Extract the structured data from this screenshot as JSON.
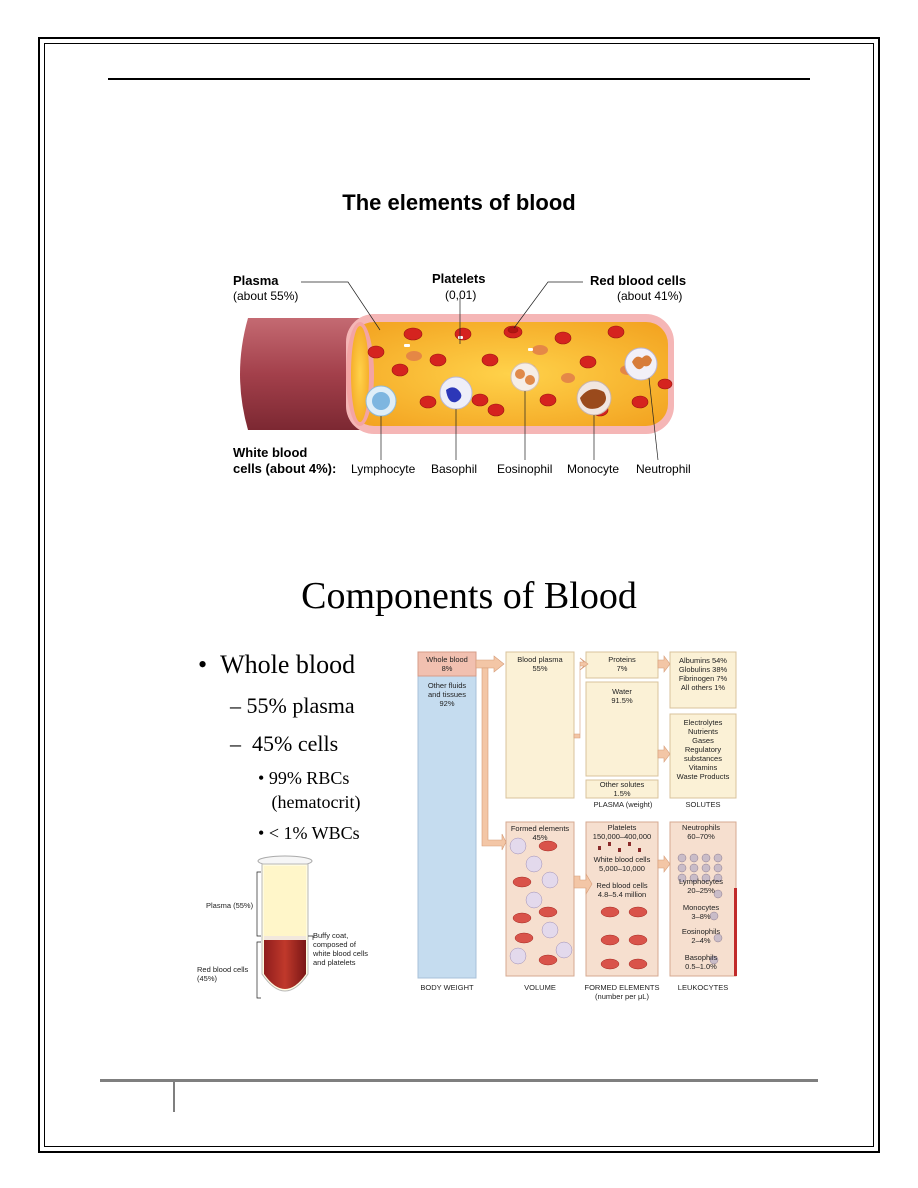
{
  "figure1": {
    "title": "The elements of blood",
    "plasma": {
      "name": "Plasma",
      "pct": "(about 55%)"
    },
    "platelets": {
      "name": "Platelets",
      "pct": "(0,01)"
    },
    "rbc": {
      "name": "Red blood cells",
      "pct": "(about 41%)"
    },
    "wbc": {
      "name1": "White blood",
      "name2": "cells (about 4%):"
    },
    "cells": [
      "Lymphocyte",
      "Basophil",
      "Eosinophil",
      "Monocyte",
      "Neutrophil"
    ]
  },
  "figure2": {
    "title": "Components of Blood",
    "bullets": {
      "whole": "Whole blood",
      "plasma": "55% plasma",
      "cells": "45% cells",
      "rbcs1": "99% RBCs",
      "rbcs2": "(hematocrit)",
      "wbcs": "< 1% WBCs"
    },
    "tube": {
      "plasma": "Plasma (55%)",
      "buffy1": "Buffy coat,",
      "buffy2": "composed of",
      "buffy3": "white blood cells",
      "buffy4": "and platelets",
      "rbc1": "Red blood cells",
      "rbc2": "(45%)"
    },
    "chart": {
      "whole_blood": "Whole blood",
      "whole_blood_pct": "8%",
      "other1": "Other fluids",
      "other2": "and tissues",
      "other_pct": "92%",
      "blood_plasma": "Blood plasma",
      "blood_plasma_pct": "55%",
      "formed": "Formed elements",
      "formed_pct": "45%",
      "proteins": "Proteins",
      "proteins_pct": "7%",
      "water": "Water",
      "water_pct": "91.5%",
      "other_solutes": "Other solutes",
      "other_solutes_pct": "1.5%",
      "albumins": "Albumins 54%",
      "globulins": "Globulins 38%",
      "fibrinogen": "Fibrinogen 7%",
      "all_others": "All others 1%",
      "solutes": [
        "Electrolytes",
        "Nutrients",
        "Gases",
        "Regulatory",
        "substances",
        "Vitamins",
        "Waste Products"
      ],
      "platelets": "Platelets",
      "platelets_count": "150,000–400,000",
      "wbc": "White blood cells",
      "wbc_count": "5,000–10,000",
      "rbc": "Red blood cells",
      "rbc_count": "4.8–5.4 million",
      "neutrophils": "Neutrophils",
      "neutrophils_pct": "60–70%",
      "lymphocytes": "Lymphocytes",
      "lymphocytes_pct": "20–25%",
      "monocytes": "Monocytes",
      "monocytes_pct": "3–8%",
      "eosinophils": "Eosinophils",
      "eosinophils_pct": "2–4%",
      "basophils": "Basophils",
      "basophils_pct": "0.5–1.0%",
      "captions": {
        "body_weight": "BODY WEIGHT",
        "volume": "VOLUME",
        "formed1": "FORMED ELEMENTS",
        "formed2": "(number per μL)",
        "leukocytes": "LEUKOCYTES",
        "plasma_weight": "PLASMA (weight)",
        "solutes": "SOLUTES"
      }
    }
  }
}
